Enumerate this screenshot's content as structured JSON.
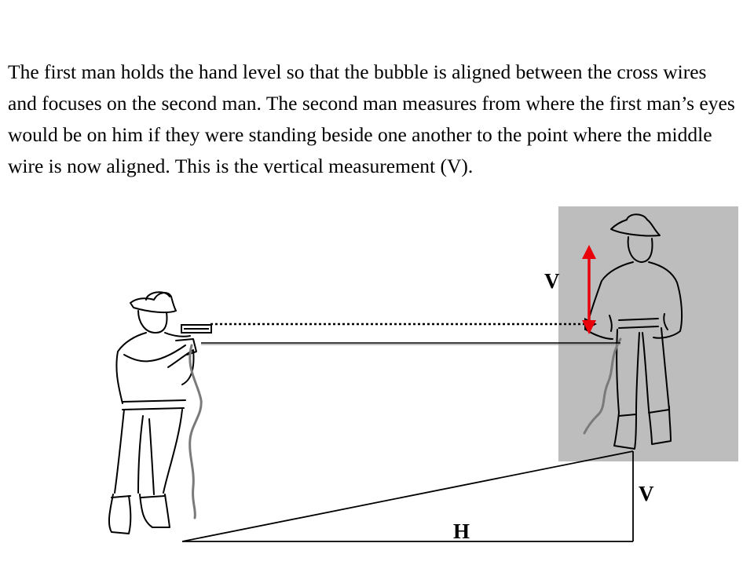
{
  "caption": "The first man holds the hand level so that the bubble is aligned between the cross wires and focuses on the second man.  The second man measures from where the first man’s eyes would be on him if they were standing beside one another to the point where the middle wire is now aligned.  This is the vertical measurement  (V).",
  "labels": {
    "v_arrow": "V",
    "v_triangle": "V",
    "h_triangle": "H"
  },
  "colors": {
    "panel": "#bdbdbd",
    "arrow": "#e8000b",
    "rope": "#7a7a7a",
    "ink": "#000000"
  }
}
